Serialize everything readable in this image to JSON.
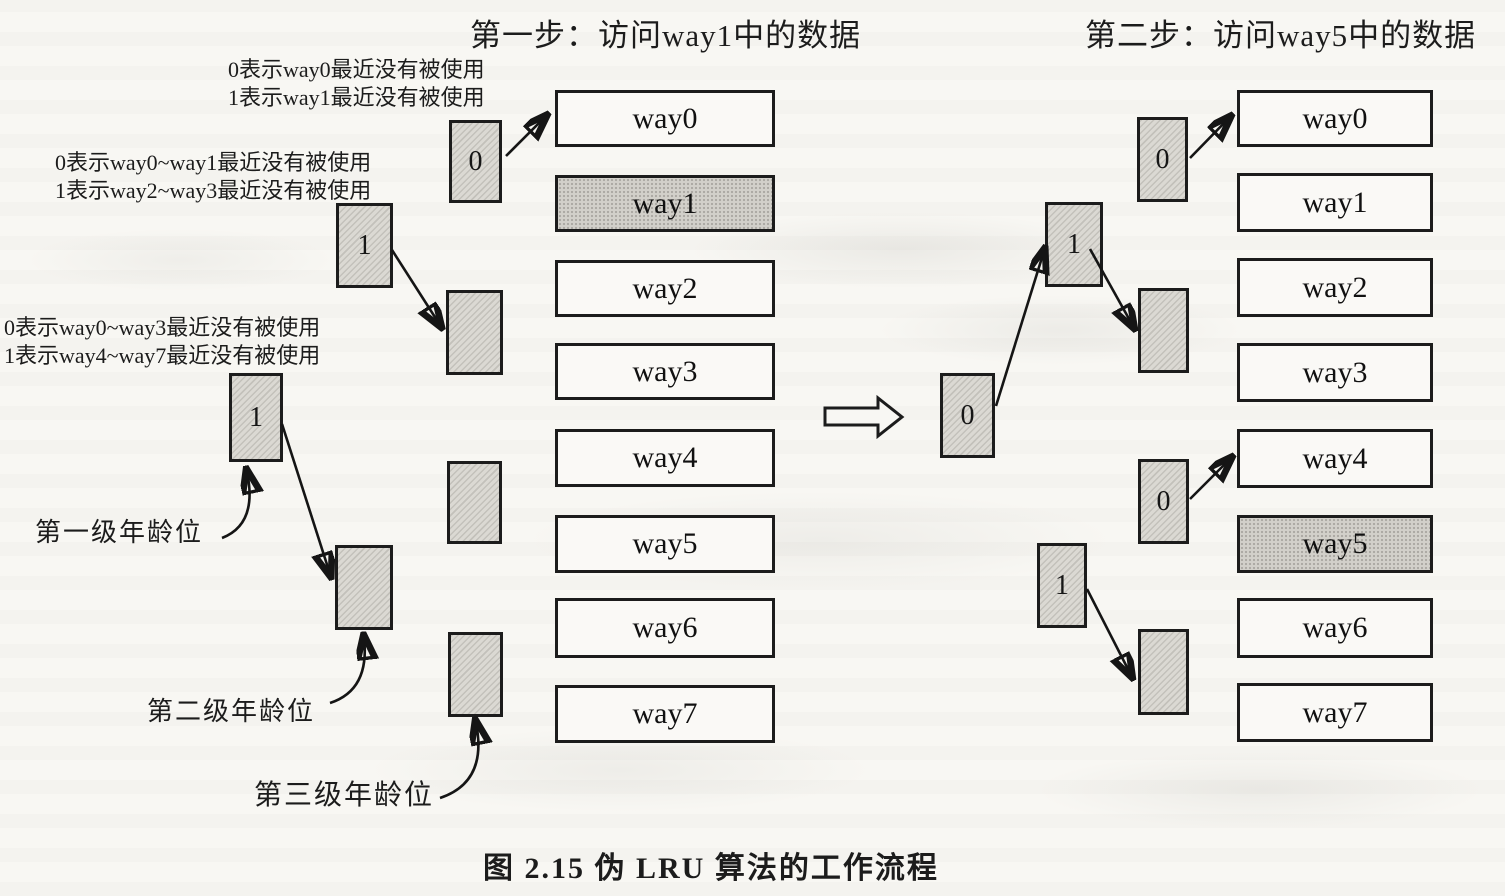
{
  "figure_caption": "图 2.15  伪 LRU 算法的工作流程",
  "steps": {
    "step1": {
      "title": "第一步：访问way1中的数据",
      "highlighted_way": "way1",
      "age_bits": {
        "level1": "1",
        "level2_top": "1",
        "level2_bottom": "",
        "level3_box1": "0",
        "level3_box2": "",
        "level3_box3": "",
        "level3_box4": ""
      },
      "ways": [
        "way0",
        "way1",
        "way2",
        "way3",
        "way4",
        "way5",
        "way6",
        "way7"
      ]
    },
    "step2": {
      "title": "第二步：访问way5中的数据",
      "highlighted_way": "way5",
      "age_bits": {
        "level1": "0",
        "level2_top": "1",
        "level2_bottom": "1",
        "level3_box1": "0",
        "level3_box2": "",
        "level3_box3": "0",
        "level3_box4": ""
      },
      "ways": [
        "way0",
        "way1",
        "way2",
        "way3",
        "way4",
        "way5",
        "way6",
        "way7"
      ]
    }
  },
  "legend": {
    "note_top_line1": "0表示way0最近没有被使用",
    "note_top_line2": "1表示way1最近没有被使用",
    "note_middle_line1": "0表示way0~way1最近没有被使用",
    "note_middle_line2": "1表示way2~way3最近没有被使用",
    "note_bottom_line1": "0表示way0~way3最近没有被使用",
    "note_bottom_line2": "1表示way4~way7最近没有被使用",
    "level1_pointer_label": "第一级年龄位",
    "level2_pointer_label": "第二级年龄位",
    "level3_pointer_label": "第三级年龄位"
  },
  "colors": {
    "ink": "#1c1c1c",
    "paper": "#f8f7f3",
    "age_bit_fill": "#dbd9d3",
    "highlighted_way_fill": "#d2d0ca"
  }
}
